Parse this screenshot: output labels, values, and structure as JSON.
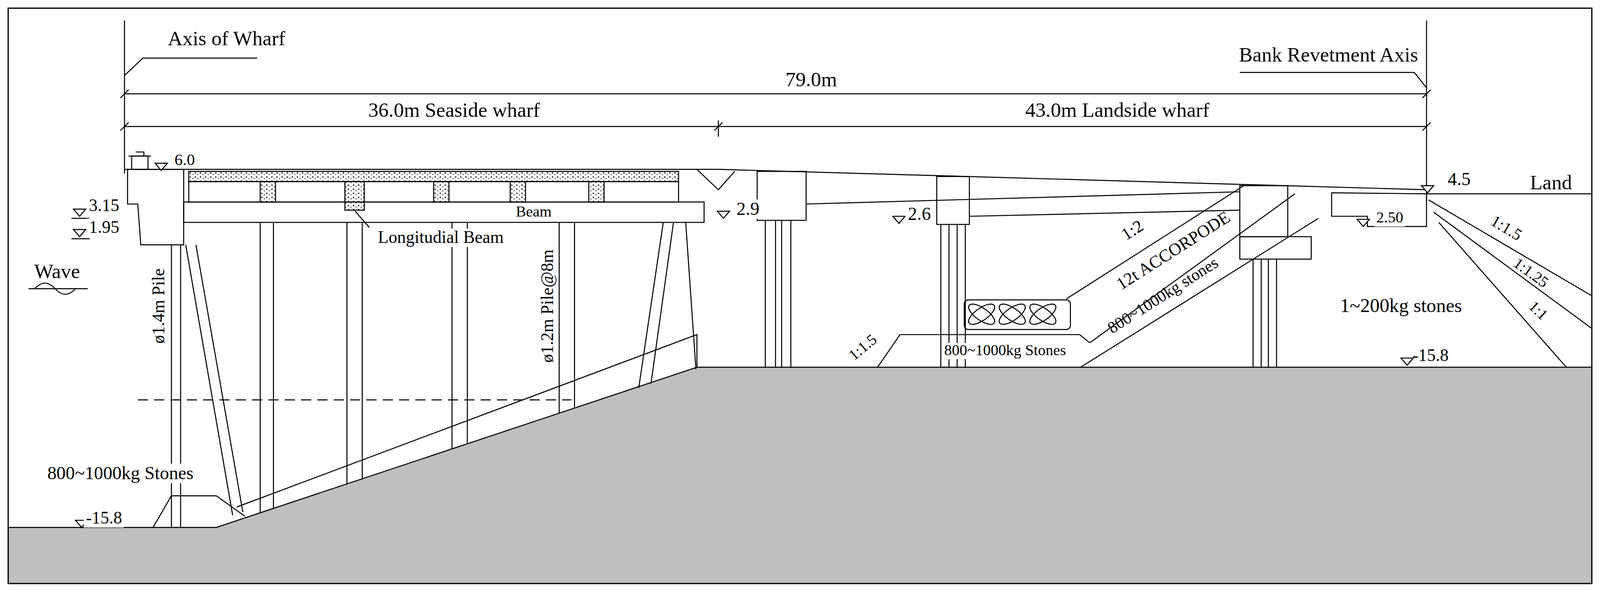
{
  "diagram": {
    "labels": [
      "Axis of Wharf",
      "79.0m",
      "Bank Revetment Axis",
      "36.0m Seaside wharf",
      "43.0m Landside wharf",
      "4.5",
      "Land",
      "6.0",
      "3.15",
      "1.95",
      "Beam",
      "Longitudial Beam",
      "2.9",
      "2.6",
      "2.50",
      "Wave",
      "ø1.4m Pile",
      "ø1.2m Pile@8m",
      "1:2",
      "12t ACCORPODE",
      "800~1000kg stones",
      "1:1.5",
      "1:1.25",
      "1:1",
      "1~200kg stones",
      "1:1.5",
      "800~1000kg Stones",
      "-15.8",
      "800~1000kg Stones",
      "-15.8"
    ]
  }
}
